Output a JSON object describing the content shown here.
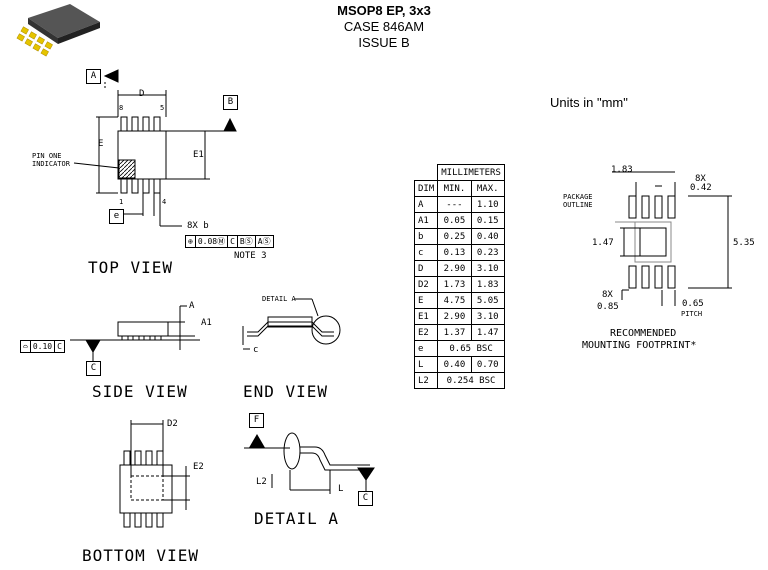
{
  "header": {
    "title": "MSOP8 EP, 3x3",
    "case": "CASE 846AM",
    "issue": "ISSUE B"
  },
  "units_note": "Units in \"mm\"",
  "views": {
    "top": "TOP VIEW",
    "side": "SIDE VIEW",
    "end": "END VIEW",
    "bottom": "BOTTOM VIEW",
    "detail": "DETAIL A"
  },
  "top_view": {
    "datum_a": "A",
    "datum_b": "B",
    "dim_d": "D",
    "dim_e": "E",
    "dim_e1": "E1",
    "pin8": "8",
    "pin5": "5",
    "pin1": "1",
    "pin4": "4",
    "pin_one_indicator": "PIN ONE\nINDICATOR",
    "dim_e_pitch": "e",
    "lead_width": "8X b",
    "fcf": [
      "⊕",
      "0.08Ⓜ",
      "C",
      "BⓈ",
      "AⓈ"
    ],
    "note": "NOTE 3"
  },
  "side_view": {
    "dim_a": "A",
    "dim_a1": "A1",
    "datum_c": "C",
    "flatness": [
      "⌓",
      "0.10",
      "C"
    ]
  },
  "end_view": {
    "detail_ref": "DETAIL A",
    "dim_c": "c"
  },
  "bottom_view": {
    "dim_d2": "D2",
    "dim_e2": "E2"
  },
  "detail_a": {
    "datum_f": "F",
    "dim_l2": "L2",
    "dim_l": "L",
    "datum_c": "C"
  },
  "table": {
    "header_group": "MILLIMETERS",
    "columns": [
      "DIM",
      "MIN.",
      "MAX."
    ],
    "rows": [
      {
        "dim": "A",
        "min": "---",
        "max": "1.10"
      },
      {
        "dim": "A1",
        "min": "0.05",
        "max": "0.15"
      },
      {
        "dim": "b",
        "min": "0.25",
        "max": "0.40"
      },
      {
        "dim": "c",
        "min": "0.13",
        "max": "0.23"
      },
      {
        "dim": "D",
        "min": "2.90",
        "max": "3.10"
      },
      {
        "dim": "D2",
        "min": "1.73",
        "max": "1.83"
      },
      {
        "dim": "E",
        "min": "4.75",
        "max": "5.05"
      },
      {
        "dim": "E1",
        "min": "2.90",
        "max": "3.10"
      },
      {
        "dim": "E2",
        "min": "1.37",
        "max": "1.47"
      },
      {
        "dim": "e",
        "span": "0.65 BSC"
      },
      {
        "dim": "L",
        "min": "0.40",
        "max": "0.70"
      },
      {
        "dim": "L2",
        "span": "0.254 BSC"
      }
    ]
  },
  "footprint": {
    "w183": "1.83",
    "count_8x_top": "8X",
    "w042": "0.42",
    "package_outline": "PACKAGE\nOUTLINE",
    "h147": "1.47",
    "h535": "5.35",
    "count_8x_bottom": "8X",
    "w085": "0.85",
    "pitch_val": "0.65",
    "pitch": "PITCH",
    "title_line1": "RECOMMENDED",
    "title_line2": "MOUNTING FOOTPRINT*"
  }
}
